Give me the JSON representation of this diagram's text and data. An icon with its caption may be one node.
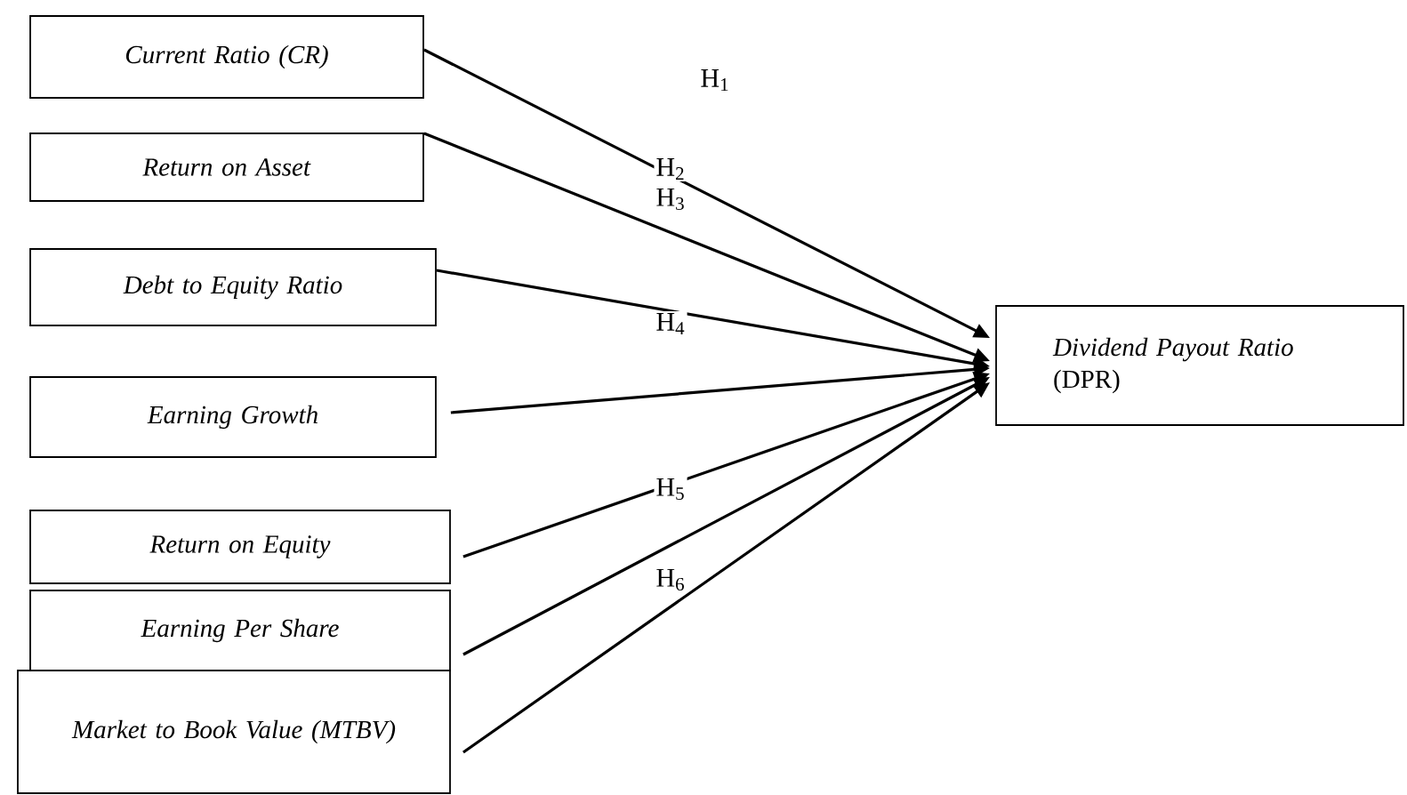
{
  "diagram": {
    "nodes": [
      {
        "text": [
          "*Current Ratio (CR)*"
        ]
      },
      {
        "text": [
          "*Return on Asset*"
        ]
      },
      {
        "text": [
          "*Debt to Equity Ratio*"
        ]
      },
      {
        "text": [
          "*Earning Growth*"
        ]
      },
      {
        "text": [
          "*Return on Equity*"
        ]
      },
      {
        "text": [
          "*Earning Per Share*"
        ]
      },
      {
        "text": [
          "*Market to Book Value (MTBV)*"
        ]
      },
      {
        "text": [
          "*Dividend Payout Ratio* (DPR)"
        ]
      }
    ],
    "edges": [
      {
        "from": 0,
        "to": 7,
        "arrow": "to"
      },
      {
        "from": 1,
        "to": 7,
        "arrow": "to"
      },
      {
        "from": 2,
        "to": 7,
        "arrow": "to"
      },
      {
        "from": 3,
        "to": 7,
        "arrow": "to"
      },
      {
        "from": 4,
        "to": 7,
        "arrow": "to"
      },
      {
        "from": 5,
        "to": 7,
        "arrow": "to"
      },
      {
        "from": 6,
        "to": 7,
        "arrow": "to"
      }
    ],
    "labels": [
      "H$_{1}$",
      "H$_{2}$",
      "H$_{3}$",
      "H$_{4}$",
      "H$_{5}$",
      "H$_{6}$"
    ]
  }
}
